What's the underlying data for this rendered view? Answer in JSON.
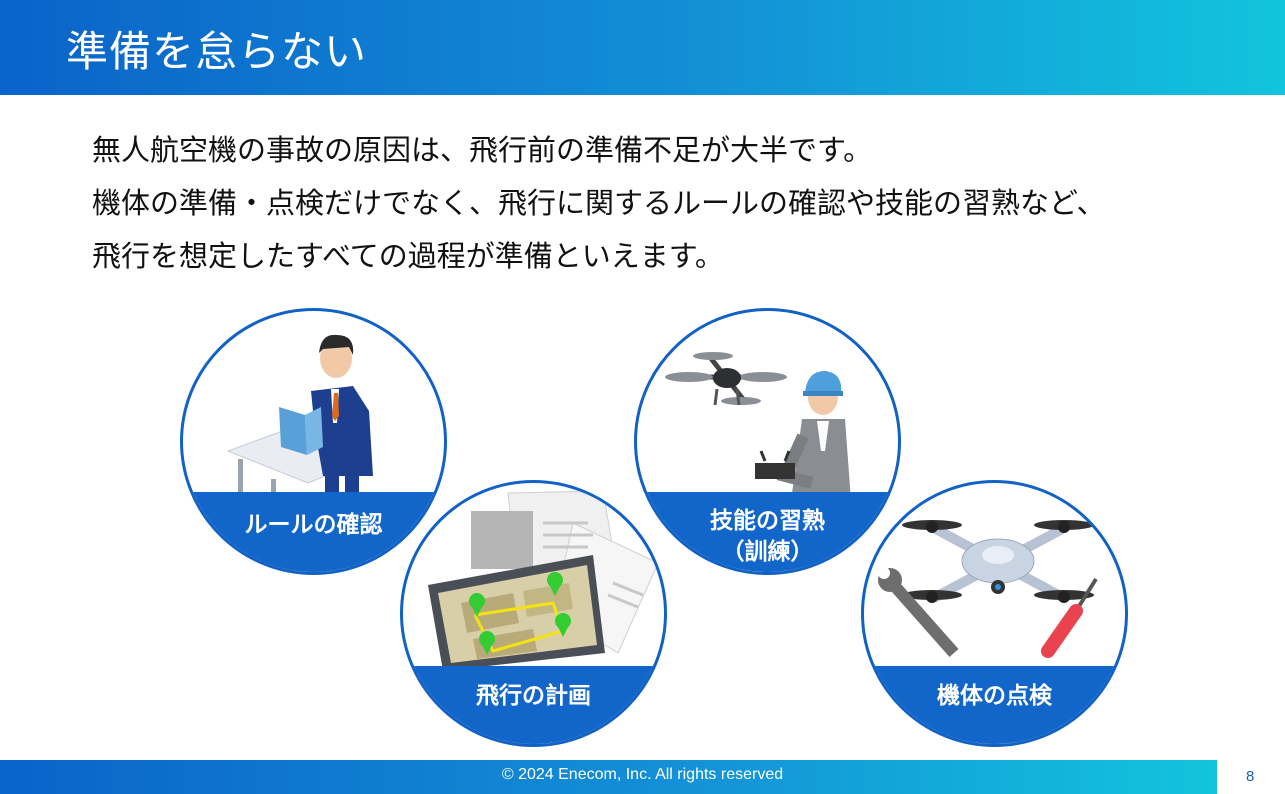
{
  "slide": {
    "title": "準備を怠らない",
    "body_lines": [
      "無人航空機の事故の原因は、飛行前の準備不足が大半です。",
      "機体の準備・点検だけでなく、飛行に関するルールの確認や技能の習熟など、",
      "飛行を想定したすべての過程が準備といえます。"
    ]
  },
  "circles": {
    "rules": {
      "label": "ルールの確認"
    },
    "plan": {
      "label": "飛行の計画"
    },
    "skill": {
      "label_line1": "技能の習熟",
      "label_line2": "（訓練）"
    },
    "inspect": {
      "label": "機体の点検"
    }
  },
  "footer": {
    "copyright": "© 2024 Enecom, Inc.  All rights reserved",
    "page_number": "8"
  },
  "colors": {
    "accent_blue": "#1262c6",
    "gradient_end": "#12c4dc",
    "pin_green": "#33cc33",
    "route_yellow": "#f5e30f"
  }
}
